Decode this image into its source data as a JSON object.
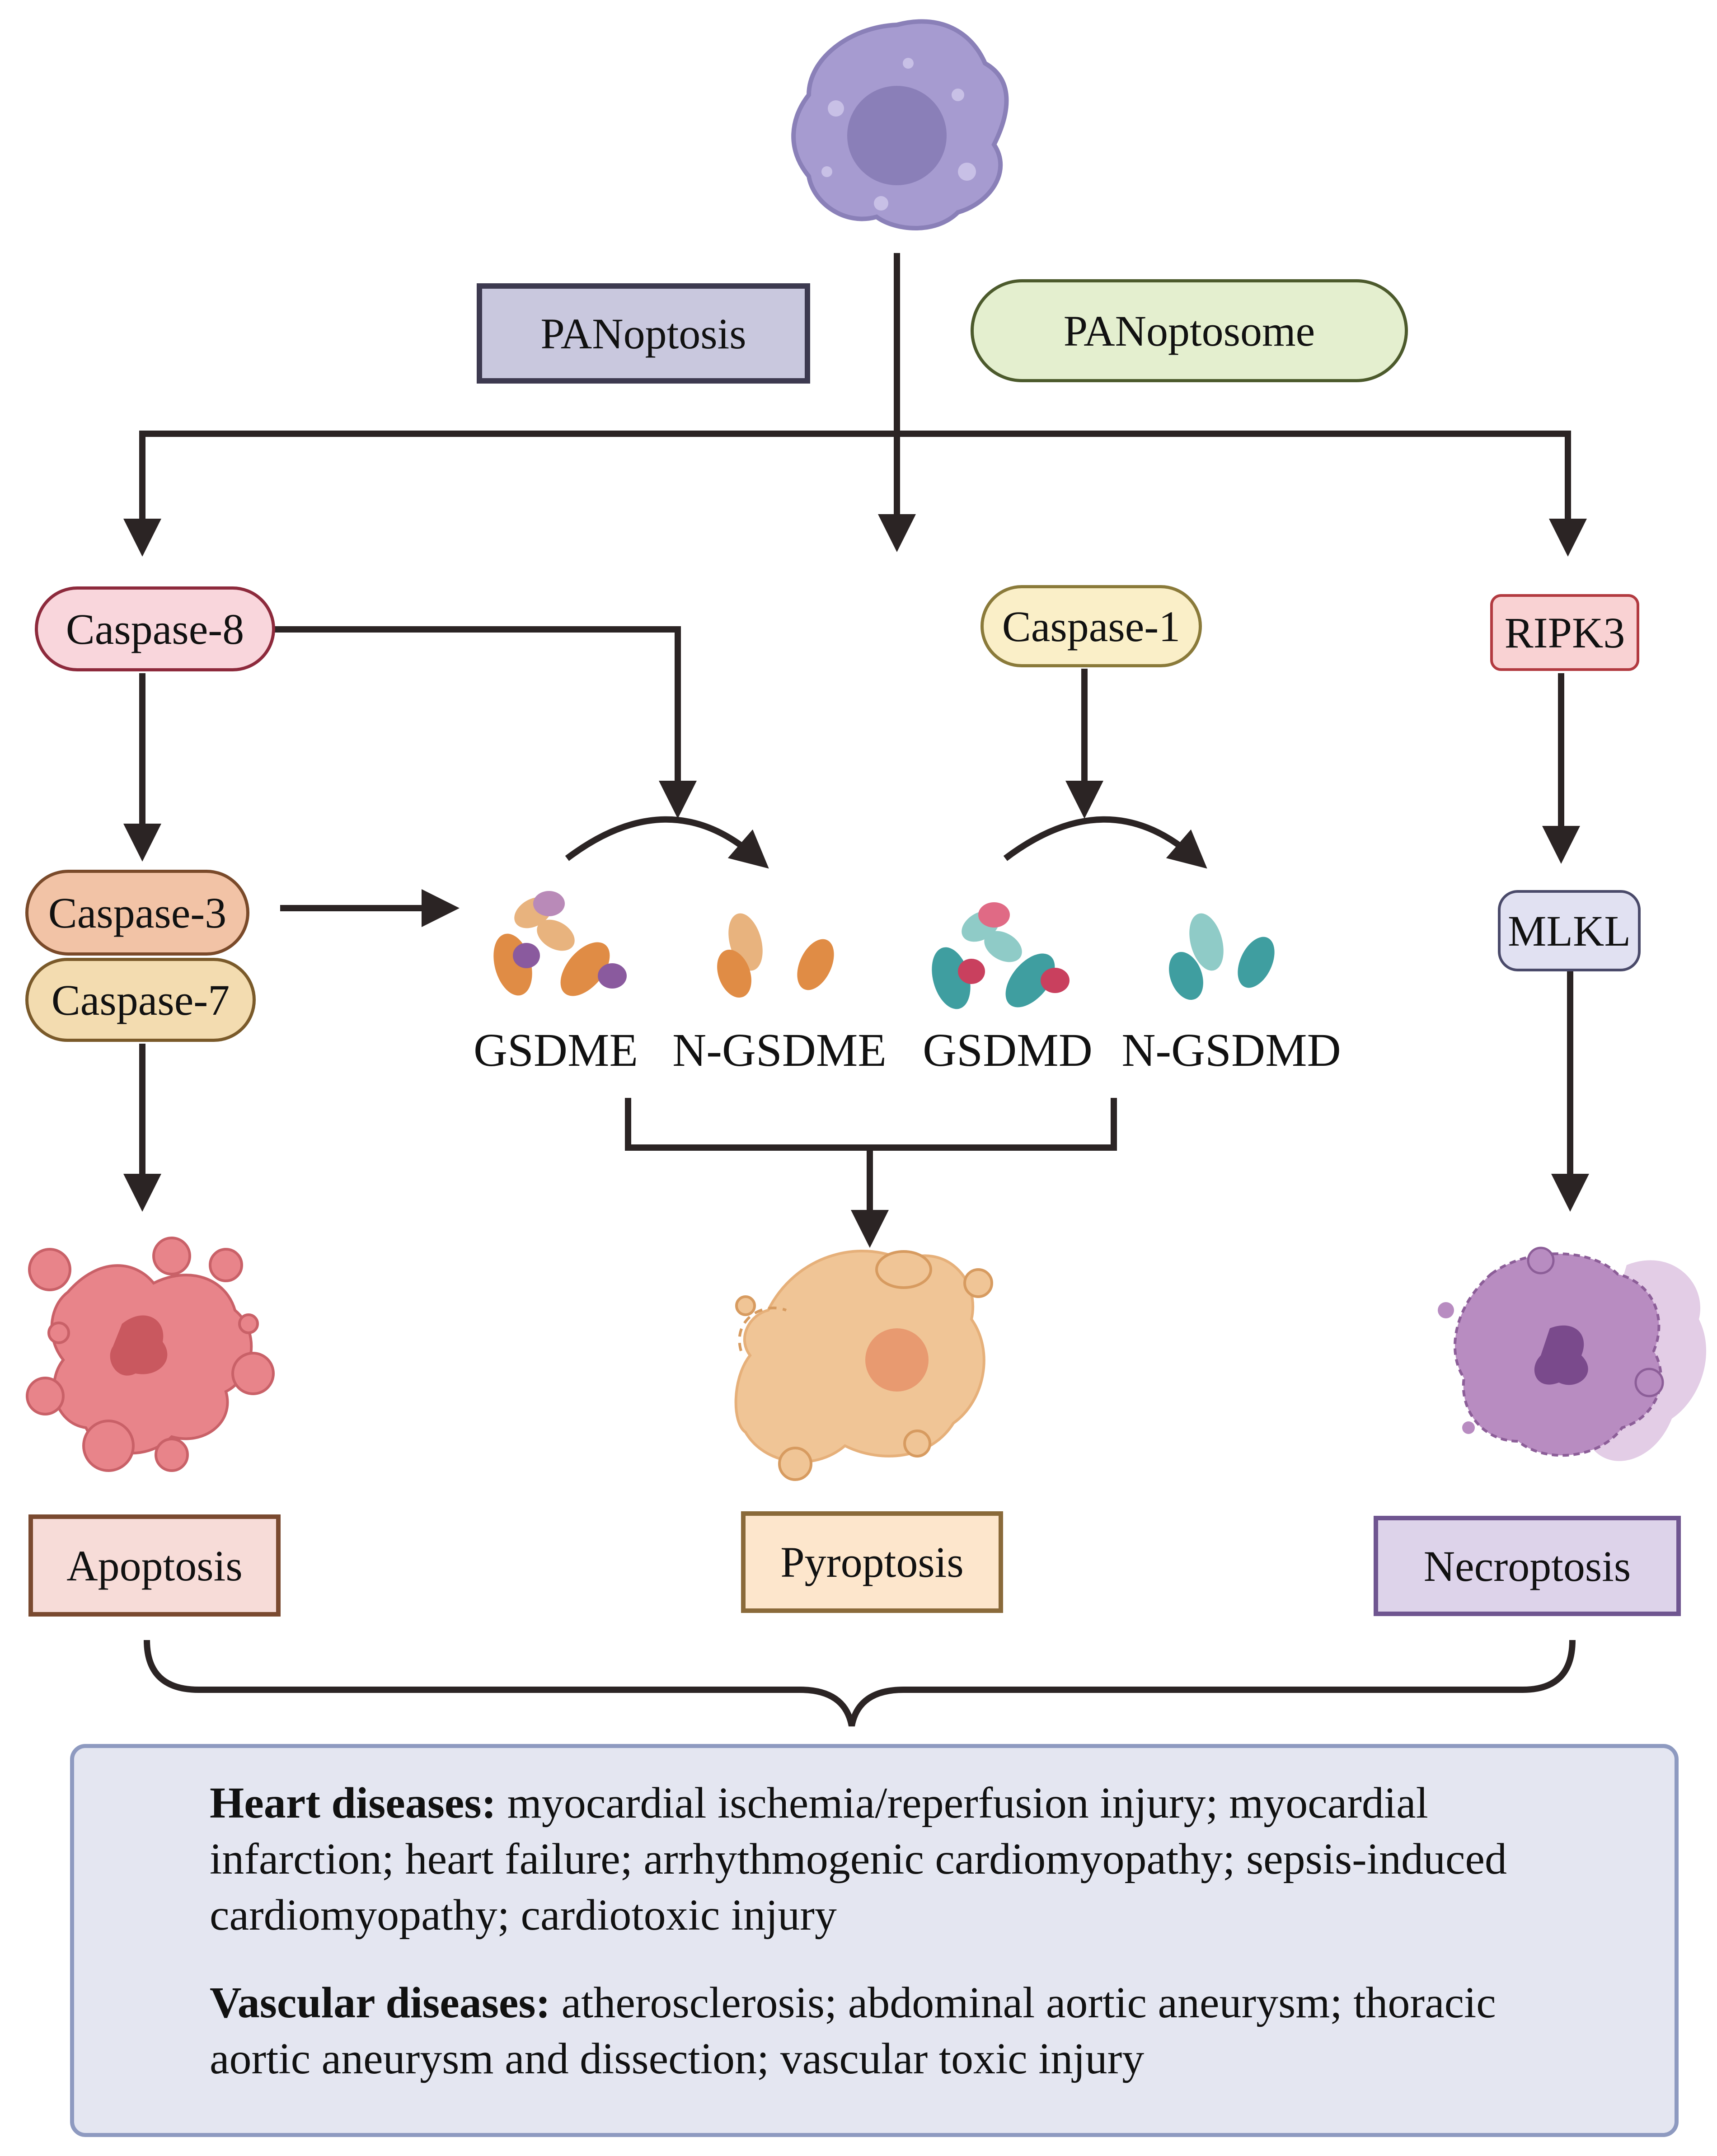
{
  "top": {
    "panoptosis": "PANoptosis",
    "panoptosome": "PANoptosome"
  },
  "nodes": {
    "caspase8": "Caspase-8",
    "caspase1": "Caspase-1",
    "ripk3": "RIPK3",
    "caspase3": "Caspase-3",
    "caspase7": "Caspase-7",
    "mlkl": "MLKL"
  },
  "proteins": {
    "gsdme": "GSDME",
    "n_gsdme": "N-GSDME",
    "gsdmd": "GSDMD",
    "n_gsdmd": "N-GSDMD"
  },
  "outcomes": {
    "apoptosis": "Apoptosis",
    "pyroptosis": "Pyroptosis",
    "necroptosis": "Necroptosis"
  },
  "diseases": {
    "heart_title": "Heart diseases:",
    "heart_text": "myocardial ischemia/reperfusion injury; myocardial infarction; heart failure; arrhythmogenic cardiomyopathy; sepsis-induced cardiomyopathy; cardiotoxic injury",
    "vascular_title": "Vascular diseases:",
    "vascular_text": "atherosclerosis; abdominal aortic aneurysm; thoracic aortic aneurysm and dissection; vascular toxic injury"
  },
  "colors": {
    "line": "#2b2424",
    "cell_top": "#a69bd0",
    "apoptosis_cell": "#e8848a",
    "pyroptosis_cell": "#f0c596",
    "necroptosis_cell": "#b88cc1",
    "gsdme": "#e08c45",
    "gsdmd": "#3f9ea0"
  }
}
